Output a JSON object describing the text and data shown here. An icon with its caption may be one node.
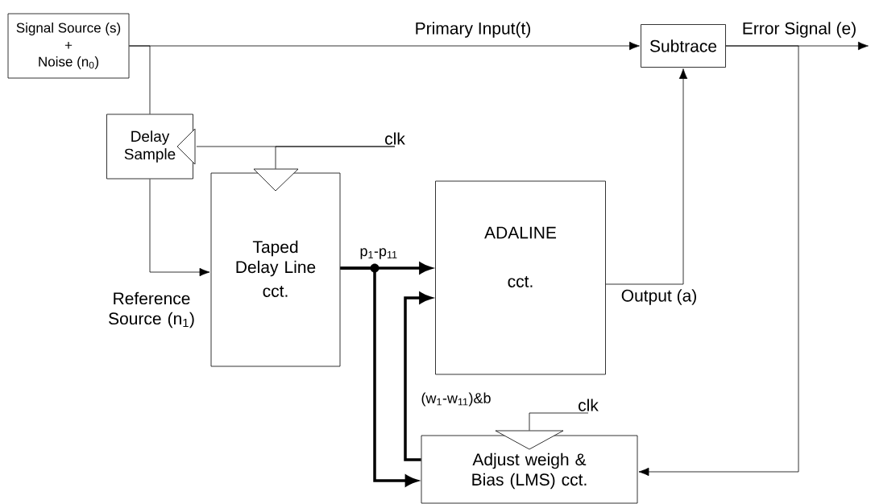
{
  "diagram": {
    "nodes": [
      {
        "text": [
          "Signal Source (s)",
          "+",
          "Noise (n$_{0}$)"
        ]
      },
      {
        "text": [
          "Delay Sample"
        ]
      },
      {
        "text": [
          "Taped Delay Line",
          "cct."
        ]
      },
      {
        "text": [
          "ADALINE",
          "cct."
        ]
      },
      {
        "text": [
          "Subtrace"
        ]
      },
      {
        "text": [
          "Adjust weigh & Bias (LMS) cct."
        ]
      },
      {
        "text": [
          "clk"
        ]
      },
      {
        "text": [
          "clk"
        ]
      }
    ],
    "edges": [
      {
        "from": 0,
        "to": 4,
        "arrow": "to",
        "label": "Primary Input(t)"
      },
      {
        "from": 0,
        "to": 1,
        "arrow": "none"
      },
      {
        "from": 1,
        "to": 2,
        "arrow": "to",
        "label": "Reference Source (n$_{1}$)"
      },
      {
        "from": 6,
        "to": 1,
        "arrow": "none"
      },
      {
        "from": 6,
        "to": 2,
        "arrow": "none"
      },
      {
        "from": 2,
        "to": 3,
        "arrow": "to",
        "label": "p$_{1}$-p$_{11}$",
        "style": "thick"
      },
      {
        "from": 2,
        "to": 5,
        "arrow": "to",
        "style": "thick"
      },
      {
        "from": 5,
        "to": 3,
        "arrow": "to",
        "label": "(w$_{1}$-w$_{11}$)&b",
        "style": "thick"
      },
      {
        "from": 3,
        "to": 4,
        "arrow": "to",
        "label": "Output (a)"
      },
      {
        "from": 4,
        "to": null,
        "arrow": "to",
        "label": "Error Signal (e)"
      },
      {
        "from": 4,
        "to": 5,
        "arrow": "to"
      },
      {
        "from": 7,
        "to": 5,
        "arrow": "none"
      }
    ]
  }
}
